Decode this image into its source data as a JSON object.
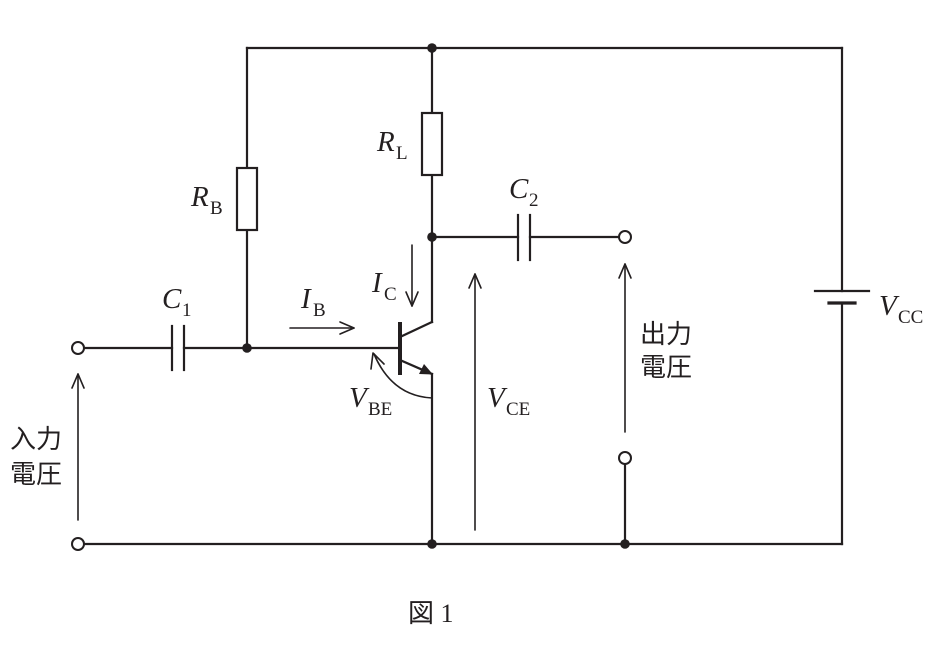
{
  "caption": "図 1",
  "labels": {
    "input": [
      "入力",
      "電圧"
    ],
    "output": [
      "出力",
      "電圧"
    ],
    "rb": {
      "main": "R",
      "sub": "B"
    },
    "rl": {
      "main": "R",
      "sub": "L"
    },
    "c1": {
      "main": "C",
      "sub": "1"
    },
    "c2": {
      "main": "C",
      "sub": "2"
    },
    "ib": {
      "main": "I",
      "sub": "B"
    },
    "ic": {
      "main": "I",
      "sub": "C"
    },
    "vbe": {
      "main": "V",
      "sub": "BE"
    },
    "vce": {
      "main": "V",
      "sub": "CE"
    },
    "vcc": {
      "main": "V",
      "sub": "CC"
    }
  }
}
